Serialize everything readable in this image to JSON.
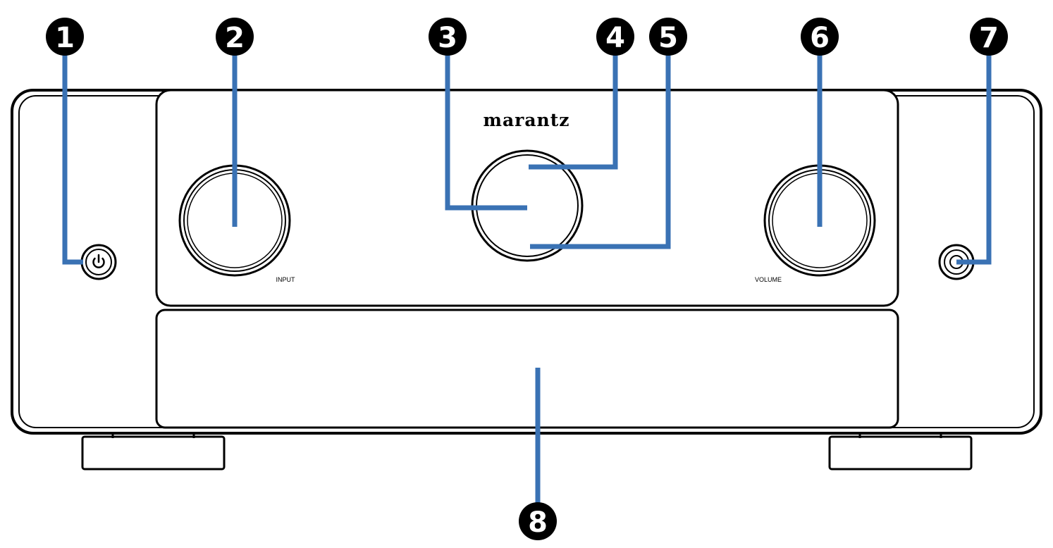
{
  "brand": "marantz",
  "labels": {
    "input": "INPUT",
    "volume": "VOLUME"
  },
  "callouts": [
    "1",
    "2",
    "3",
    "4",
    "5",
    "6",
    "7",
    "8"
  ],
  "colors": {
    "leader_line": "#3a72b4",
    "outline": "#000000",
    "callout_fill": "#000000",
    "callout_text": "#ffffff",
    "background": "#ffffff"
  },
  "icons": {
    "power_button": "power-icon",
    "headphone_jack": "headphone-jack-icon"
  }
}
